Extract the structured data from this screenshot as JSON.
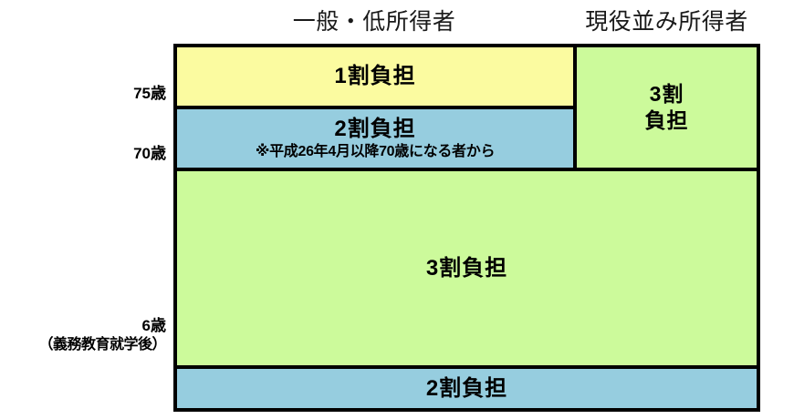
{
  "headers": {
    "general": "一般・低所得者",
    "active_income": "現役並み所得者"
  },
  "axis": {
    "age_75": "75歳",
    "age_70": "70歳",
    "age_6": "6歳",
    "age_6_note": "（義務教育就学後）"
  },
  "tiers": {
    "tier1_upper": {
      "label": "1割負担",
      "color": "#FBFBA0"
    },
    "tier2_upper": {
      "label": "2割負担",
      "note": "※平成26年4月以降70歳になる者から",
      "color": "#96CDDF"
    },
    "tier3_right": {
      "label_line1": "3割",
      "label_line2": "負担",
      "color": "#CCFA9B"
    },
    "tier3_main": {
      "label": "3割負担",
      "color": "#CCFA9B"
    },
    "tier2_bottom": {
      "label": "2割負担",
      "color": "#96CDDF"
    }
  },
  "colors": {
    "yellow": "#FBFBA0",
    "blue": "#96CDDF",
    "green": "#CCFA9B",
    "border": "#000000",
    "background": "#FFFFFF"
  }
}
